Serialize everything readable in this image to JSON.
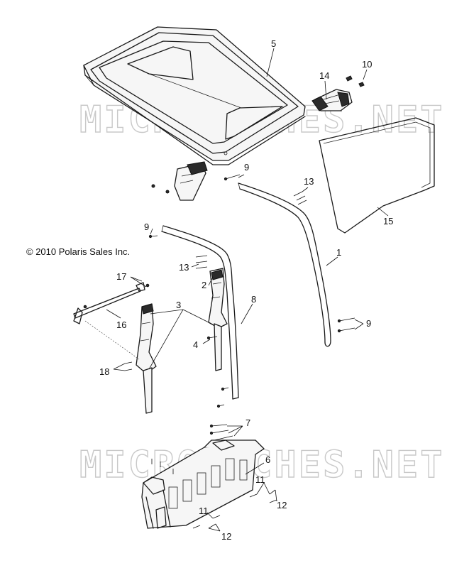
{
  "copyright": "© 2010 Polaris Sales Inc.",
  "watermark": "MICROFICHES.NET",
  "callouts": {
    "c1": "1",
    "c2": "2",
    "c3": "3",
    "c4": "4",
    "c5": "5",
    "c6": "6",
    "c7": "7",
    "c8": "8",
    "c9a": "9",
    "c9b": "9",
    "c9c": "9",
    "c10": "10",
    "c11a": "11",
    "c11b": "11",
    "c12a": "12",
    "c12b": "12",
    "c13a": "13",
    "c13b": "13",
    "c14": "14",
    "c15": "15",
    "c16": "16",
    "c17": "17",
    "c18": "18"
  },
  "colors": {
    "line": "#1a1a1a",
    "watermark": "#c9c9c9",
    "background": "#ffffff"
  }
}
